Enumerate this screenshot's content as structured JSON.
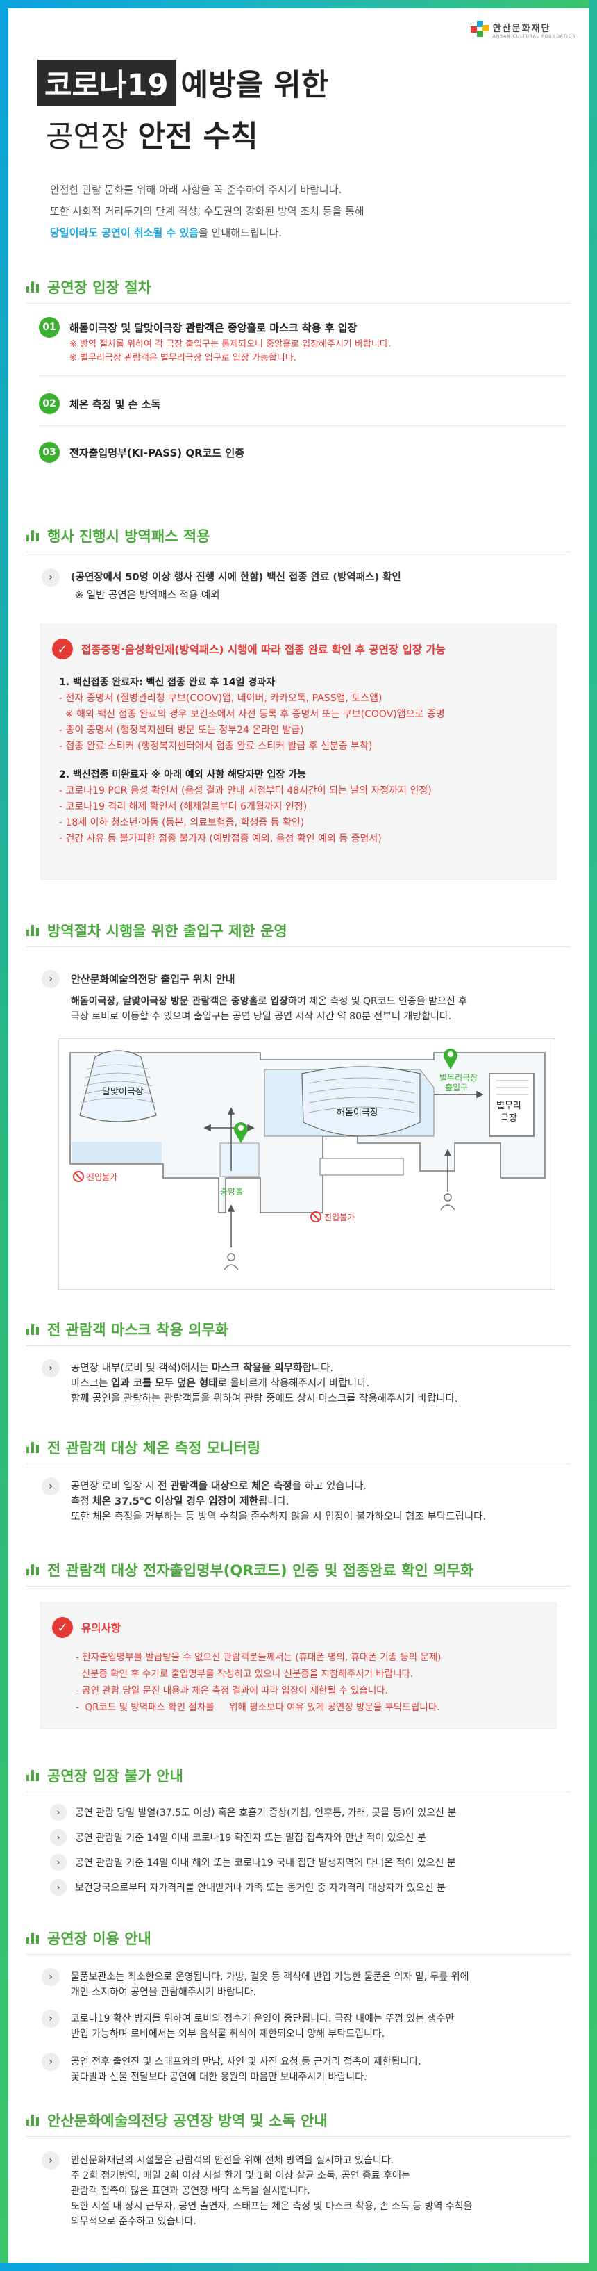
{
  "logo": {
    "name_ko": "안산문화재단",
    "name_en": "ANSAN CULTURAL FOUNDATION"
  },
  "hero": {
    "highlight": "코로나19",
    "line1_rest": "예방을 위한",
    "line2_normal": "공연장 ",
    "line2_bold": "안전 수칙"
  },
  "intro": {
    "line1": "안전한 관람 문화를 위해 아래 사항을 꼭 준수하여 주시기 바랍니다.",
    "line2": "또한 사회적 거리두기의 단계 격상, 수도권의 강화된 방역 조치 등을 통해",
    "line3_accent": "당일이라도 공연이 취소될 수 있음",
    "line3_rest": "을 안내해드립니다."
  },
  "sec1": {
    "title": "공연장 입장 절차",
    "steps": [
      {
        "num": "01",
        "text": "해돋이극장 및 달맞이극장 관람객은 중앙홀로 마스크 착용 후 입장",
        "note1": "※ 방역 절차를 위하여 각 극장 출입구는 통제되오니 중앙홀로 입장해주시기 바랍니다.",
        "note2": "※ 별무리극장 관람객은 별무리극장 입구로 입장 가능합니다."
      },
      {
        "num": "02",
        "text": "체온 측정 및 손 소독"
      },
      {
        "num": "03",
        "text": "전자출입명부(KI-PASS) QR코드 인증"
      }
    ]
  },
  "sec2": {
    "title": "행사 진행시 방역패스 적용",
    "bullet": "(공연장에서 50명 이상 행사 진행 시에 한함)  백신 접종 완료 (방역패스) 확인",
    "bullet_note": "※ 일반 공연은 방역패스 적용 예외",
    "box_title": "접종증명·음성확인제(방역패스) 시행에 따라 접종 완료 확인 후 공연장 입장 가능",
    "g1_title": "1. 백신접종 완료자: 백신 접종 완료 후 14일 경과자",
    "g1_items": [
      "- 전자 증명서 (질병관리청 쿠브(COOV)앱, 네이버, 카카오톡, PASS앱, 토스앱)",
      "  ※ 해외 백신 접종 완료의 경우 보건소에서 사전 등록 후 증명서 또는 쿠브(COOV)앱으로 증명",
      "- 종이 증명서 (행정복지센터 방문 또는 정부24 온라인 발급)",
      "- 접종 완료 스티커 (행정복지센터에서 접종 완료 스티커 발급 후 신분증 부착)"
    ],
    "g2_title": "2. 백신접종 미완료자 ※ 아래 예외 사항 해당자만 입장 가능",
    "g2_items": [
      "- 코로나19 PCR 음성 확인서 (음성 결과 안내 시점부터 48시간이 되는 날의 자정까지 인정)",
      "- 코로나19 격리 해제 확인서 (해제일로부터 6개월까지 인정)",
      "- 18세 이하 청소년·아동 (등본, 의료보험증, 학생증 등 확인)",
      "- 건강 사유 등 불가피한 접종 불가자 (예방접종 예외, 음성 확인 예외 등 증명서)"
    ]
  },
  "sec3": {
    "title": "방역절차 시행을 위한 출입구 제한 운영",
    "bullet_title": "안산문화예술의전당 출입구 위치 안내",
    "desc_bold": "해돋이극장, 달맞이극장 방문 관람객은 중앙홀로 입장",
    "desc_rest": "하여 체온 측정 및 QR코드 인증을 받으신 후",
    "desc_line2": "극장 로비로 이동할 수 있으며 출입구는 공연 당일 공연 시작 시간 약 80분 전부터 개방합니다.",
    "map": {
      "dal": "달맞이극장",
      "hae": "해돋이극장",
      "byeol_gate_1": "별무리극장",
      "byeol_gate_2": "출입구",
      "byeol_1": "별무리",
      "byeol_2": "극장",
      "no_entry_left": "진입불가",
      "no_entry_bottom": "진입불가",
      "center": "중앙홀"
    }
  },
  "sec4": {
    "title": "전 관람객 마스크 착용 의무화",
    "l1a": "공연장 내부(로비 및 객석)에서는 ",
    "l1b": "마스크 착용을 의무화",
    "l1c": "합니다.",
    "l2a": "마스크는 ",
    "l2b": "입과 코를 모두 덮은 형태",
    "l2c": "로 올바르게 착용해주시기 바랍니다.",
    "l3": "함께 공연을 관람하는 관람객들을 위하여 관람 중에도 상시 마스크를 착용해주시기 바랍니다."
  },
  "sec5": {
    "title": "전 관람객 대상 체온 측정 모니터링",
    "l1a": "공연장 로비 입장 시 ",
    "l1b": "전 관람객을 대상으로 체온 측정",
    "l1c": "을 하고 있습니다.",
    "l2a": "측정 ",
    "l2b": "체온 37.5℃ 이상일 경우 입장이 제한",
    "l2c": "됩니다.",
    "l3": "또한 체온 측정을 거부하는 등 방역 수칙을 준수하지 않을 시 입장이 불가하오니 협조 부탁드립니다."
  },
  "sec6": {
    "title": "전 관람객 대상 전자출입명부(QR코드) 인증 및 접종완료 확인 의무화",
    "box_title": "유의사항",
    "items": [
      "- 전자출입명부를 발급받을 수 없으신 관람객분들께서는 (휴대폰 명의, 휴대폰 기종 등의 문제)",
      "  신분증 확인 후 수기로 출입명부를 작성하고 있으니 신분증을 지참해주시기 바랍니다.",
      "- 공연 관람 당일 문진 내용과 체온 측정 결과에 따라 입장이 제한될 수 있습니다.",
      "-  QR코드 및 방역패스 확인 절차를     위해 평소보다 여유 있게 공연장 방문을 부탁드립니다."
    ]
  },
  "sec7": {
    "title": "공연장 입장 불가 안내",
    "items": [
      "공연 관람 당일 발열(37.5도 이상) 혹은 호흡기 증상(기침, 인후통, 가래, 콧물 등)이 있으신 분",
      "공연 관람일 기준 14일 이내 코로나19 확진자 또는 밀접 접촉자와 만난 적이 있으신 분",
      "공연 관람일 기준 14일 이내 해외 또는 코로나19 국내 집단 발생지역에 다녀온 적이 있으신 분",
      "보건당국으로부터 자가격리를 안내받거나 가족 또는 동거인 중 자가격리 대상자가 있으신 분"
    ]
  },
  "sec8": {
    "title": "공연장 이용 안내",
    "items": [
      [
        "물품보관소는 최소한으로 운영됩니다. 가방, 겉옷 등 객석에 반입 가능한 물품은 의자 밑, 무릎 위에",
        "개인 소지하여 공연을 관람해주시기 바랍니다."
      ],
      [
        "코로나19 확산 방지를 위하여 로비의 정수기 운영이 중단됩니다. 극장 내에는 뚜껑 있는 생수만",
        "반입 가능하며 로비에서는 외부 음식물 취식이 제한되오니 양해 부탁드립니다."
      ],
      [
        "공연 전후 출연진 및 스태프와의 만남, 사인 및 사진 요청 등 근거리 접촉이 제한됩니다.",
        "꽃다발과 선물 전달보다 공연에 대한 응원의 마음만 보내주시기 바랍니다."
      ]
    ]
  },
  "sec9": {
    "title": "안산문화예술의전당 공연장 방역 및 소독 안내",
    "lines": [
      "안산문화재단의 시설물은 관람객의 안전을 위해 전체 방역을 실시하고 있습니다.",
      "주 2회 정기방역, 매일 2회 이상 시설 환기 및 1회 이상 살균 소독, 공연 종료 후에는",
      "관람객 접촉이 많은 표면과 공연장 바닥 소독을 실시합니다.",
      "또한 시설 내 상시 근무자, 공연 출연자, 스태프는 체온 측정 및 마스크 착용, 손 소독 등 방역 수칙을",
      "의무적으로 준수하고 있습니다."
    ]
  },
  "colors": {
    "green": "#4aa83c",
    "red": "#e53935",
    "blue": "#1aa7e0"
  }
}
